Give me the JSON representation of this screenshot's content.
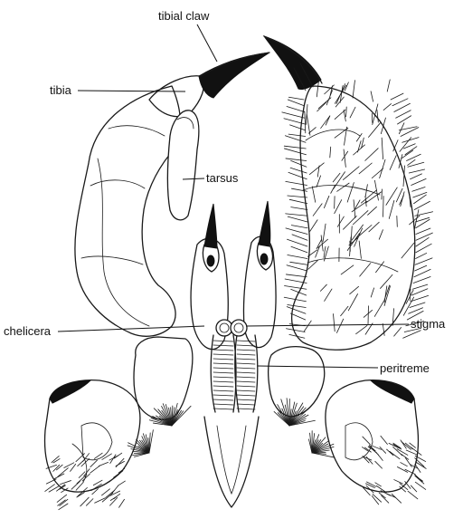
{
  "labels": {
    "tibial_claw": "tibial claw",
    "tibia": "tibia",
    "tarsus": "tarsus",
    "chelicera": "chelicera",
    "stigma": "stigma",
    "peritreme": "peritreme"
  },
  "colors": {
    "ink": "#111111",
    "paper": "#ffffff"
  }
}
